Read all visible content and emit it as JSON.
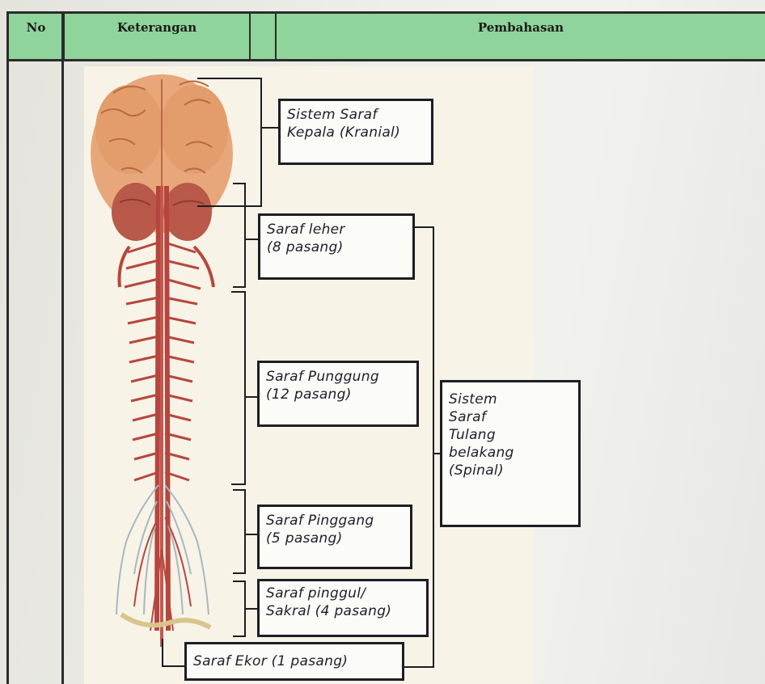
{
  "table": {
    "headers": {
      "no": "No",
      "keterangan": "Keterangan",
      "pembahasan": "Pembahasan"
    }
  },
  "diagram": {
    "figure": "nervous-system-illustration",
    "labels": {
      "kranial_line1": "Sistem Saraf",
      "kranial_line2": "Kepala (Kranial)",
      "leher_line1": "Saraf leher",
      "leher_line2": "(8 pasang)",
      "punggung_line1": "Saraf Punggung",
      "punggung_line2": "(12 pasang)",
      "pinggang_line1": "Saraf Pinggang",
      "pinggang_line2": "(5 pasang)",
      "sakral_line1": "Saraf pinggul/",
      "sakral_line2": "Sakral (4 pasang)",
      "ekor": "Saraf Ekor (1 pasang)",
      "spinal_line1": "Sistem",
      "spinal_line2": "Saraf",
      "spinal_line3": "Tulang",
      "spinal_line4": "belakang",
      "spinal_line5": "(Spinal)"
    }
  },
  "colors": {
    "header_green": "#8fd49a",
    "brain": "#e3a070",
    "nerve": "#b5453e"
  }
}
